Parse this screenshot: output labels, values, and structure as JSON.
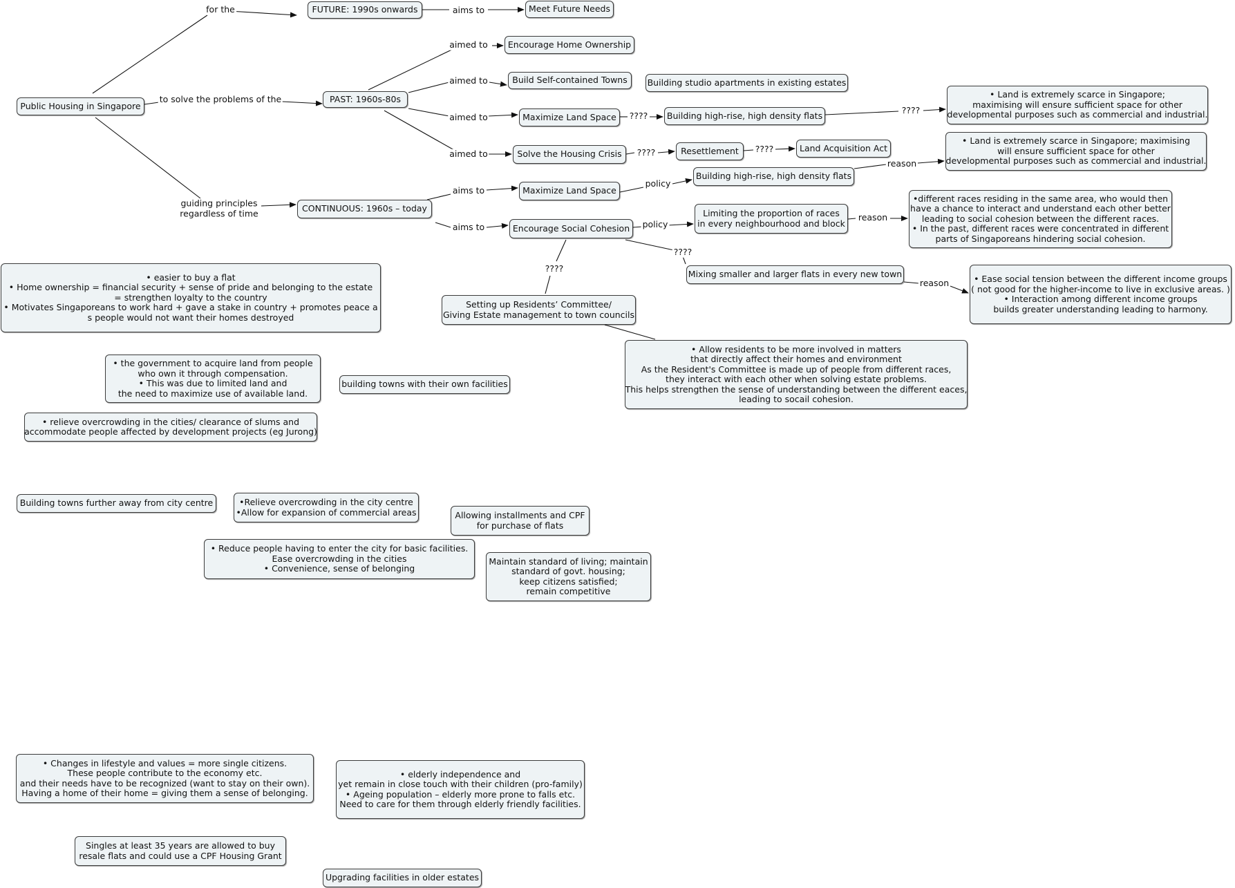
{
  "nodes": [
    {
      "id": "n-public-housing",
      "lines": [
        "Public Housing in Singapore"
      ]
    },
    {
      "id": "n-future",
      "lines": [
        "FUTURE: 1990s onwards"
      ]
    },
    {
      "id": "n-meet-future",
      "lines": [
        "Meet Future Needs"
      ]
    },
    {
      "id": "n-past",
      "lines": [
        "PAST: 1960s-80s"
      ]
    },
    {
      "id": "n-continuous",
      "lines": [
        "CONTINUOUS: 1960s – today"
      ]
    },
    {
      "id": "n-encourage-home",
      "lines": [
        "Encourage Home Ownership"
      ]
    },
    {
      "id": "n-build-self",
      "lines": [
        "Build Self-contained Towns"
      ]
    },
    {
      "id": "n-studio",
      "lines": [
        "Building studio apartments in existing estates"
      ]
    },
    {
      "id": "n-max-land-1",
      "lines": [
        "Maximize Land Space"
      ]
    },
    {
      "id": "n-highrise-1",
      "lines": [
        "Building high-rise, high density flats"
      ]
    },
    {
      "id": "n-land-scarce-1",
      "lines": [
        "•    Land is extremely scarce in Singapore;",
        "maximising will ensure sufficient space  for other",
        "developmental purposes such as commercial and industrial."
      ]
    },
    {
      "id": "n-solve-crisis",
      "lines": [
        "Solve the Housing Crisis"
      ]
    },
    {
      "id": "n-resettlement",
      "lines": [
        "Resettlement"
      ]
    },
    {
      "id": "n-land-acq",
      "lines": [
        "Land Acquisition Act"
      ]
    },
    {
      "id": "n-land-scarce-2",
      "lines": [
        "•    Land is extremely scarce in Singapore; maximising",
        "will ensure sufficient space  for other",
        "developmental purposes such as commercial and industrial."
      ]
    },
    {
      "id": "n-max-land-2",
      "lines": [
        "Maximize Land Space"
      ]
    },
    {
      "id": "n-highrise-2",
      "lines": [
        "Building high-rise, high density flats"
      ]
    },
    {
      "id": "n-social-cohesion",
      "lines": [
        "Encourage Social Cohesion"
      ]
    },
    {
      "id": "n-limiting",
      "lines": [
        "Limiting the proportion of races",
        "in every neighbourhood and block"
      ]
    },
    {
      "id": "n-races",
      "lines": [
        "•different races residing in the same area, who would then",
        "have a chance to interact and understand each other better",
        "leading to social cohesion between the different races.",
        "• In the past, different races were concentrated in different",
        "parts of Singaporeans hindering social cohesion."
      ]
    },
    {
      "id": "n-mixing",
      "lines": [
        "Mixing smaller and larger flats in every new town"
      ]
    },
    {
      "id": "n-ease-tension",
      "lines": [
        "•    Ease social tension between the different income groups",
        "( not good for the higher-income to live in exclusive areas. )",
        "•    Interaction among different income groups",
        "builds greater understanding leading to harmony."
      ]
    },
    {
      "id": "n-residents-comm",
      "lines": [
        "Setting up Residents’ Committee/",
        "Giving Estate management to town councils"
      ]
    },
    {
      "id": "n-allow-residents",
      "lines": [
        "•    Allow residents to be more involved in matters",
        "that directly affect their homes and environment",
        "As the Resident's Committee is made up of people from different races,",
        "they interact with each other when solving estate problems.",
        "This helps strengthen the sense of understanding between the different eaces,",
        "leading to socail cohesion."
      ]
    },
    {
      "id": "n-easier-buy",
      "lines": [
        "•    easier to buy a flat",
        "•    Home ownership = financial security + sense of pride and belonging to the estate",
        "= strengthen loyalty to the country",
        "•    Motivates Singaporeans to work hard + gave a stake in country + promotes peace a",
        "s people would not want their homes destroyed"
      ]
    },
    {
      "id": "n-gov-acquire",
      "lines": [
        "•    the government to acquire land from people",
        "who own it through compensation.",
        "•    This was due to limited land and",
        "the need to maximize use of available land."
      ]
    },
    {
      "id": "n-building-towns",
      "lines": [
        "building towns with their own facilities"
      ]
    },
    {
      "id": "n-relieve-slums",
      "lines": [
        "• relieve overcrowding in the cities/ clearance of slums and",
        "accommodate people affected by development projects (eg Jurong)"
      ]
    },
    {
      "id": "n-towns-further",
      "lines": [
        "Building towns further away from city centre"
      ]
    },
    {
      "id": "n-relieve-centre",
      "lines": [
        "•Relieve overcrowding in the city centre",
        "•Allow for expansion of commercial areas"
      ]
    },
    {
      "id": "n-installments",
      "lines": [
        "Allowing installments and CPF",
        "for purchase of flats"
      ]
    },
    {
      "id": "n-reduce-people",
      "lines": [
        "•    Reduce people having to enter the city for basic facilities.",
        "Ease overcrowding in the cities",
        "•    Convenience, sense of belonging"
      ]
    },
    {
      "id": "n-maintain",
      "lines": [
        "Maintain standard of living; maintain",
        "standard of govt. housing;",
        "keep citizens satisfied;",
        "remain competitive"
      ]
    },
    {
      "id": "n-changes",
      "lines": [
        "•    Changes in lifestyle and values = more single citizens.",
        "These people contribute to the economy etc.",
        "and their needs have to be recognized (want to stay on their own).",
        "Having a home of their home = giving them a sense of belonging."
      ]
    },
    {
      "id": "n-elderly",
      "lines": [
        "•    elderly independence and",
        "yet remain in close touch with their children (pro-family)",
        "•    Ageing population – elderly more prone to falls etc.",
        "Need to care for them through elderly friendly facilities."
      ]
    },
    {
      "id": "n-singles",
      "lines": [
        "Singles at least 35 years are allowed to buy",
        "resale flats and could use a CPF Housing Grant"
      ]
    },
    {
      "id": "n-upgrading",
      "lines": [
        "Upgrading facilities in older estates"
      ]
    }
  ],
  "labels": [
    {
      "id": "l-for-the",
      "lines": [
        "for the"
      ]
    },
    {
      "id": "l-aims-future",
      "lines": [
        "aims to"
      ]
    },
    {
      "id": "l-solve-problems",
      "lines": [
        "to solve the problems of the"
      ]
    },
    {
      "id": "l-guiding",
      "lines": [
        "guiding principles",
        "regardless of time"
      ]
    },
    {
      "id": "l-aimed-1",
      "lines": [
        "aimed to"
      ]
    },
    {
      "id": "l-aimed-2",
      "lines": [
        "aimed to"
      ]
    },
    {
      "id": "l-aimed-3",
      "lines": [
        "aimed to"
      ]
    },
    {
      "id": "l-aimed-4",
      "lines": [
        "aimed to"
      ]
    },
    {
      "id": "l-q-maxland",
      "lines": [
        "????"
      ]
    },
    {
      "id": "l-q-highrise",
      "lines": [
        "????"
      ]
    },
    {
      "id": "l-q-crisis",
      "lines": [
        "????"
      ]
    },
    {
      "id": "l-q-resettle",
      "lines": [
        "????"
      ]
    },
    {
      "id": "l-aims-cont-1",
      "lines": [
        "aims to"
      ]
    },
    {
      "id": "l-aims-cont-2",
      "lines": [
        "aims to"
      ]
    },
    {
      "id": "l-policy-1",
      "lines": [
        "policy"
      ]
    },
    {
      "id": "l-reason-1",
      "lines": [
        "reason"
      ]
    },
    {
      "id": "l-policy-2",
      "lines": [
        "policy"
      ]
    },
    {
      "id": "l-reason-2",
      "lines": [
        "reason"
      ]
    },
    {
      "id": "l-q-mixing",
      "lines": [
        "????"
      ]
    },
    {
      "id": "l-reason-3",
      "lines": [
        "reason"
      ]
    },
    {
      "id": "l-q-residents",
      "lines": [
        "????"
      ]
    }
  ]
}
